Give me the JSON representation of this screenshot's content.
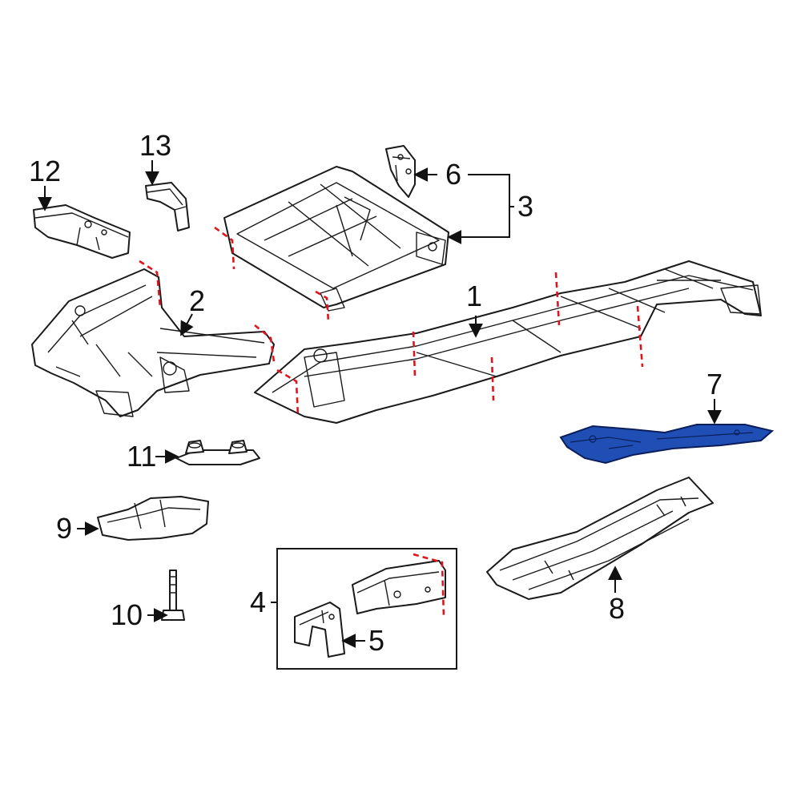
{
  "diagram": {
    "highlight_color": "#1f4fb4",
    "cut_line_color": "#e0141c",
    "callouts": [
      {
        "id": "1",
        "text": "1"
      },
      {
        "id": "2",
        "text": "2"
      },
      {
        "id": "3",
        "text": "3"
      },
      {
        "id": "4",
        "text": "4"
      },
      {
        "id": "5",
        "text": "5"
      },
      {
        "id": "6",
        "text": "6"
      },
      {
        "id": "7",
        "text": "7"
      },
      {
        "id": "8",
        "text": "8"
      },
      {
        "id": "9",
        "text": "9"
      },
      {
        "id": "10",
        "text": "10"
      },
      {
        "id": "11",
        "text": "11"
      },
      {
        "id": "12",
        "text": "12"
      },
      {
        "id": "13",
        "text": "13"
      }
    ],
    "highlighted_part": "7"
  }
}
